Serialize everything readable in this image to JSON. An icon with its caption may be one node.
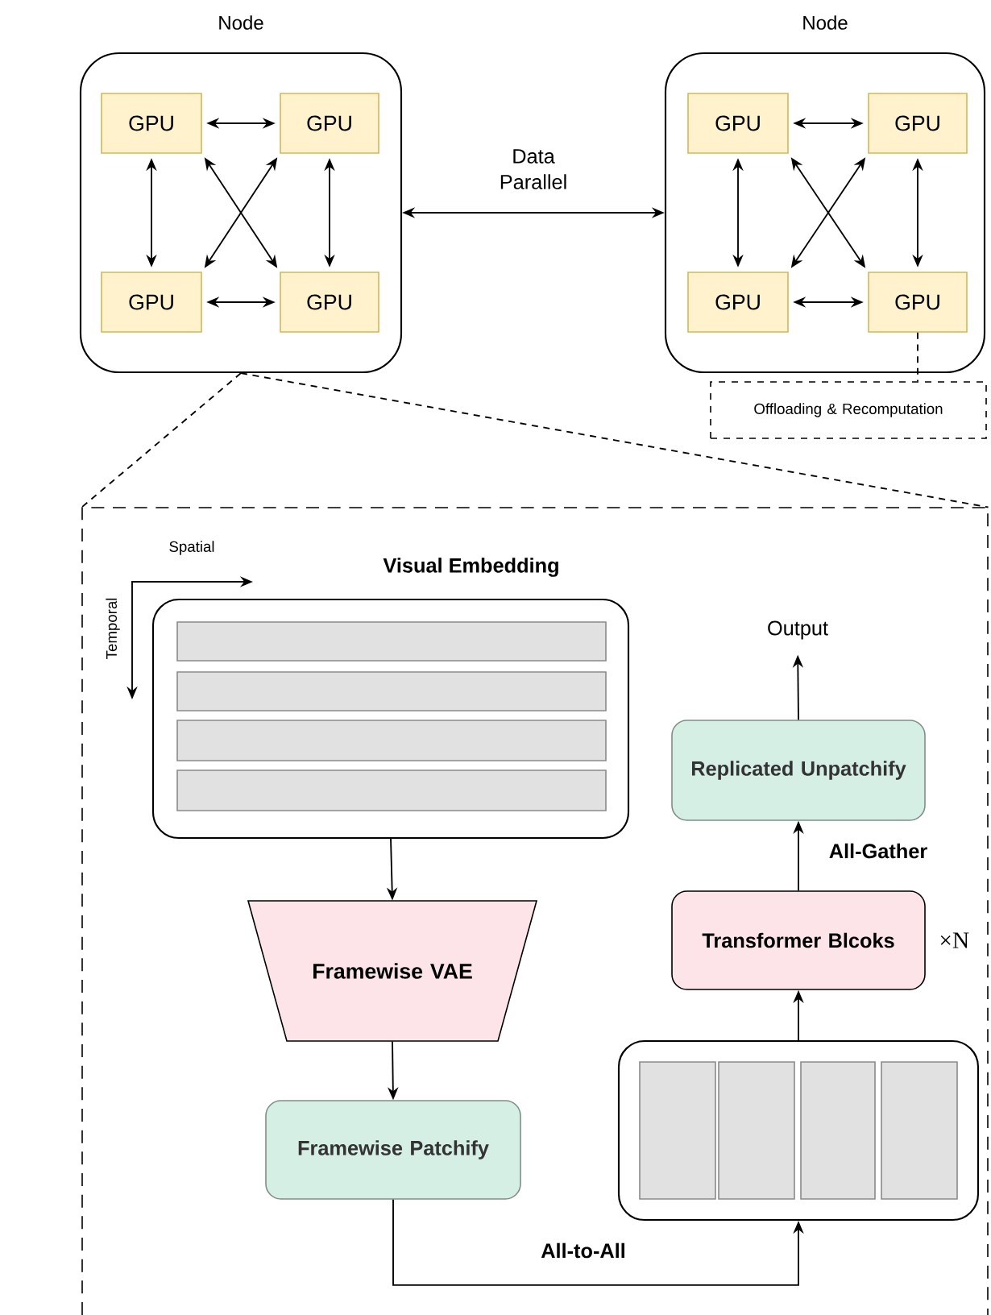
{
  "diagram": {
    "nodes": [
      {
        "text": [
          "Node"
        ]
      },
      {
        "text": [
          "GPU"
        ],
        "in": 0
      },
      {
        "text": [
          "GPU"
        ],
        "in": 0
      },
      {
        "text": [
          "GPU"
        ],
        "in": 0
      },
      {
        "text": [
          "GPU"
        ],
        "in": 0
      },
      {
        "text": [
          "Node"
        ]
      },
      {
        "text": [
          "GPU"
        ],
        "in": 5
      },
      {
        "text": [
          "GPU"
        ],
        "in": 5
      },
      {
        "text": [
          "GPU"
        ],
        "in": 5
      },
      {
        "text": [
          "GPU"
        ],
        "in": 5
      },
      {
        "text": [
          "Offloading & Recomputation"
        ]
      },
      {
        "text": [],
        "shape": "box"
      },
      {
        "text": [
          "Visual Embedding"
        ],
        "in": 11
      },
      {
        "text": [],
        "shape": "bar",
        "in": 12
      },
      {
        "text": [],
        "shape": "bar",
        "in": 12
      },
      {
        "text": [],
        "shape": "bar",
        "in": 12
      },
      {
        "text": [],
        "shape": "bar",
        "in": 12
      },
      {
        "text": [
          "Framewise VAE"
        ],
        "in": 11
      },
      {
        "text": [
          "Framewise Patchify"
        ],
        "in": 11
      },
      {
        "text": [],
        "shape": "box",
        "in": 11
      },
      {
        "text": [],
        "shape": "bar",
        "in": 19
      },
      {
        "text": [],
        "shape": "bar",
        "in": 19
      },
      {
        "text": [],
        "shape": "bar",
        "in": 19
      },
      {
        "text": [],
        "shape": "bar",
        "in": 19
      },
      {
        "text": [
          "Transformer Blcoks"
        ],
        "beside": [
          "×N"
        ],
        "in": 11
      },
      {
        "text": [
          "Replicated Unpatchify"
        ],
        "in": 11
      },
      {
        "text": [
          "Output"
        ],
        "in": 11
      }
    ],
    "edges": [
      {
        "from": 1,
        "to": 2,
        "arrow": "both"
      },
      {
        "from": 3,
        "to": 4,
        "arrow": "both"
      },
      {
        "from": 1,
        "to": 3,
        "arrow": "both"
      },
      {
        "from": 2,
        "to": 4,
        "arrow": "both"
      },
      {
        "from": 1,
        "to": 4,
        "arrow": "both"
      },
      {
        "from": 2,
        "to": 3,
        "arrow": "both"
      },
      {
        "from": 6,
        "to": 7,
        "arrow": "both"
      },
      {
        "from": 8,
        "to": 9,
        "arrow": "both"
      },
      {
        "from": 6,
        "to": 8,
        "arrow": "both"
      },
      {
        "from": 7,
        "to": 9,
        "arrow": "both"
      },
      {
        "from": 6,
        "to": 9,
        "arrow": "both"
      },
      {
        "from": 7,
        "to": 8,
        "arrow": "both"
      },
      {
        "from": 0,
        "to": 5,
        "arrow": "both",
        "label": "Data Parallel"
      },
      {
        "from": 9,
        "to": 10,
        "arrow": "none",
        "style": "dashed"
      },
      {
        "from": 0,
        "to": 11,
        "arrow": "none",
        "style": "dashed"
      },
      {
        "from": 0,
        "to": 11,
        "arrow": "none",
        "style": "dashed"
      },
      {
        "from": 12,
        "to": 17,
        "arrow": "to"
      },
      {
        "from": 17,
        "to": 18,
        "arrow": "to"
      },
      {
        "from": 18,
        "to": 19,
        "arrow": "to",
        "label": "All-to-All"
      },
      {
        "from": 19,
        "to": 24,
        "arrow": "to"
      },
      {
        "from": 24,
        "to": 25,
        "arrow": "to",
        "label": "All-Gather"
      },
      {
        "from": 25,
        "to": 26,
        "arrow": "to"
      }
    ],
    "labels": [
      "Spatial",
      "Temporal"
    ]
  }
}
